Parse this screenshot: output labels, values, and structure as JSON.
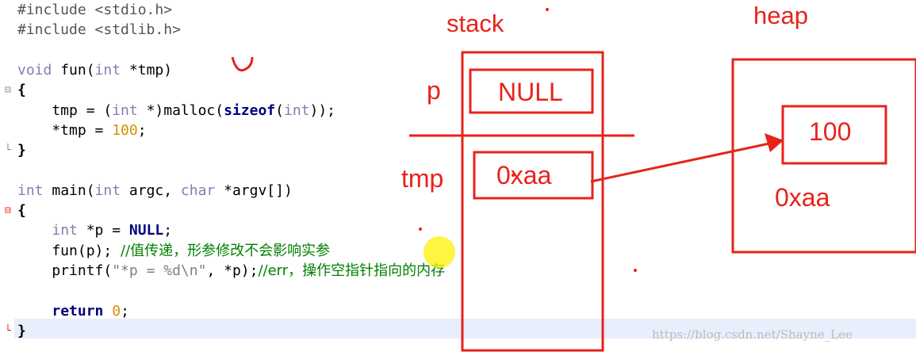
{
  "code": {
    "lines": [
      {
        "parts": [
          {
            "t": "#include <stdio.h>",
            "c": "pp"
          }
        ]
      },
      {
        "parts": [
          {
            "t": "#include <stdlib.h>",
            "c": "pp"
          }
        ]
      },
      {
        "parts": []
      },
      {
        "parts": [
          {
            "t": "void",
            "c": "kw"
          },
          {
            "t": " fun(",
            "c": ""
          },
          {
            "t": "int",
            "c": "kw"
          },
          {
            "t": " *tmp)",
            "c": ""
          }
        ]
      },
      {
        "parts": [
          {
            "t": "{",
            "c": "bold"
          }
        ]
      },
      {
        "parts": [
          {
            "t": "    tmp = (",
            "c": ""
          },
          {
            "t": "int",
            "c": "kw"
          },
          {
            "t": " *)malloc(",
            "c": ""
          },
          {
            "t": "sizeof",
            "c": "kwb"
          },
          {
            "t": "(",
            "c": ""
          },
          {
            "t": "int",
            "c": "kw"
          },
          {
            "t": "));",
            "c": ""
          }
        ]
      },
      {
        "parts": [
          {
            "t": "    *tmp = ",
            "c": ""
          },
          {
            "t": "100",
            "c": "num"
          },
          {
            "t": ";",
            "c": ""
          }
        ]
      },
      {
        "parts": [
          {
            "t": "}",
            "c": "bold"
          }
        ]
      },
      {
        "parts": []
      },
      {
        "parts": [
          {
            "t": "int",
            "c": "kw"
          },
          {
            "t": " main(",
            "c": ""
          },
          {
            "t": "int",
            "c": "kw"
          },
          {
            "t": " argc, ",
            "c": ""
          },
          {
            "t": "char",
            "c": "kw"
          },
          {
            "t": " *argv[])",
            "c": ""
          }
        ]
      },
      {
        "parts": [
          {
            "t": "{",
            "c": "bold"
          }
        ]
      },
      {
        "parts": [
          {
            "t": "    ",
            "c": ""
          },
          {
            "t": "int",
            "c": "kw"
          },
          {
            "t": " *p = ",
            "c": ""
          },
          {
            "t": "NULL",
            "c": "kwb"
          },
          {
            "t": ";",
            "c": ""
          }
        ]
      },
      {
        "parts": [
          {
            "t": "    fun(p); ",
            "c": ""
          },
          {
            "t": "//值传递，形参修改不会影响实参",
            "c": "cm"
          }
        ]
      },
      {
        "parts": [
          {
            "t": "    printf(",
            "c": ""
          },
          {
            "t": "\"*p = %d\\n\"",
            "c": "str"
          },
          {
            "t": ", *p);",
            "c": ""
          },
          {
            "t": "//err，操作空指针指向的内存",
            "c": "cm"
          }
        ]
      },
      {
        "parts": []
      },
      {
        "parts": [
          {
            "t": "    ",
            "c": ""
          },
          {
            "t": "return",
            "c": "kwb"
          },
          {
            "t": " ",
            "c": ""
          },
          {
            "t": "0",
            "c": "num"
          },
          {
            "t": ";",
            "c": ""
          }
        ]
      },
      {
        "parts": [
          {
            "t": "}",
            "c": "bold"
          }
        ]
      }
    ]
  },
  "diagram": {
    "stack_label": "stack",
    "heap_label": "heap",
    "p_label": "p",
    "tmp_label": "tmp",
    "p_value": "NULL",
    "tmp_value": "0xaa",
    "heap_value": "100",
    "heap_address": "0xaa"
  },
  "watermark": "https://blog.csdn.net/Shayne_Lee",
  "colors": {
    "annotation": "#e8221b",
    "keyword": "#7f7fb0",
    "number": "#d89000",
    "comment": "#008000"
  }
}
